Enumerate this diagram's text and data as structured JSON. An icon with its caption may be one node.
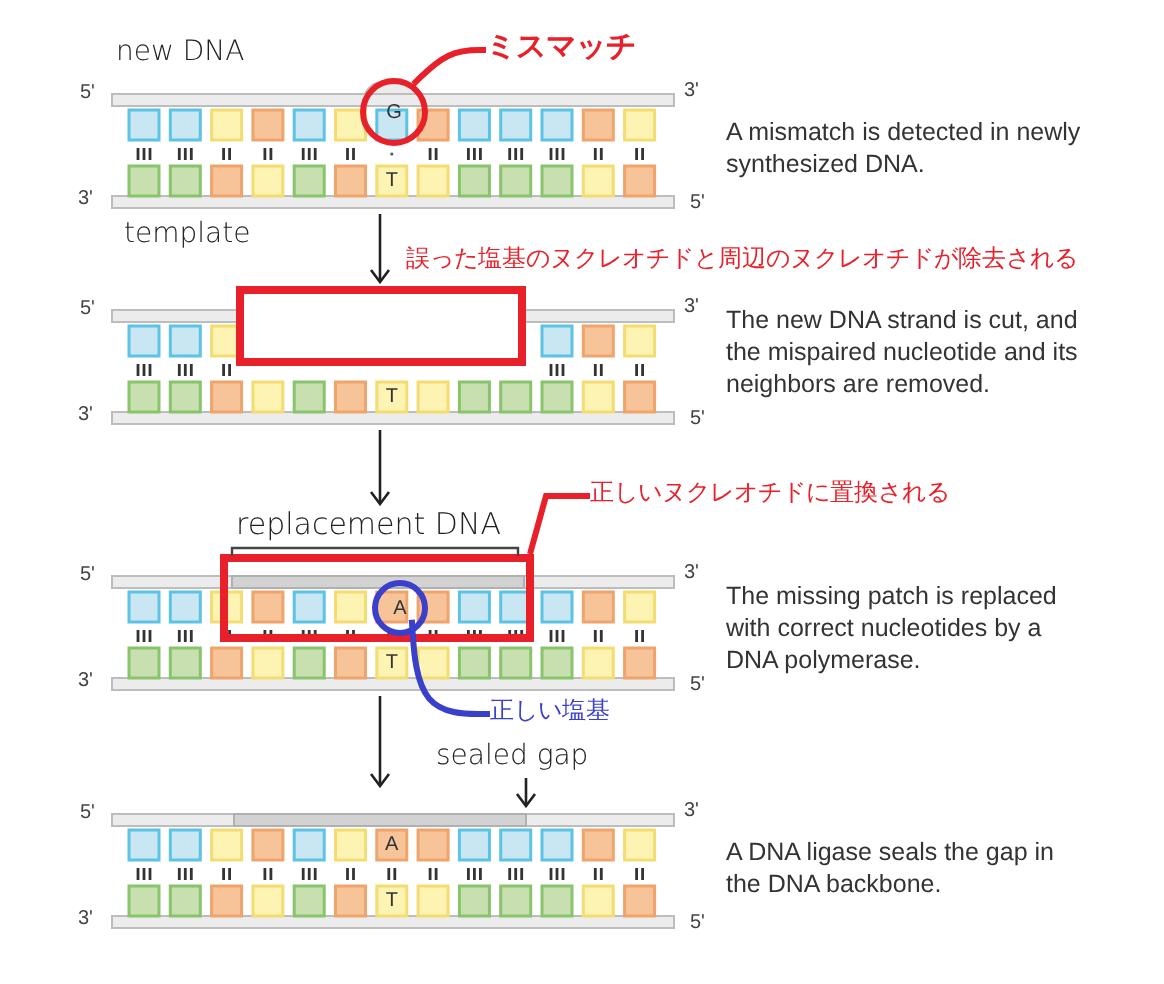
{
  "diagram": {
    "nodes": [
      {
        "text": [
          "ミスマッチ"
        ]
      },
      {
        "text": [
          "5'",
          "3'",
          "T",
          "3'",
          "5'"
        ],
        "beside": [
          "A mismatch is detected in newly synthesized DNA."
        ]
      },
      {
        "text": [
          "G"
        ],
        "in": 1
      },
      {
        "text": [
          "5'",
          "3'",
          "T",
          "3'",
          "5'"
        ],
        "beside": [
          "The new DNA strand is cut, and the mispaired nucleotide and its neighbors are removed."
        ]
      },
      {
        "text": [],
        "shape": "box",
        "in": 3
      },
      {
        "text": [
          "正しいヌクレオチドに置換される"
        ]
      },
      {
        "text": [
          "replacement DNA",
          "5'",
          "3'",
          "T",
          "3'",
          "5'"
        ],
        "beside": [
          "The missing patch is replaced with correct nucleotides by a DNA polymerase."
        ]
      },
      {
        "text": [],
        "shape": "box",
        "in": 6
      },
      {
        "text": [
          "A"
        ],
        "in": 7
      },
      {
        "text": [
          "正しい塩基"
        ]
      },
      {
        "text": [
          "sealed gap"
        ]
      },
      {
        "text": [
          "5'",
          "A",
          "3'",
          "T",
          "3'",
          "5'"
        ],
        "beside": [
          "A DNA ligase seals the gap in the DNA backbone."
        ]
      }
    ],
    "edges": [
      {
        "from": 1,
        "to": 3,
        "arrow": "to"
      },
      {
        "from": 3,
        "to": 6,
        "arrow": "to"
      },
      {
        "from": 6,
        "to": 11,
        "arrow": "to"
      },
      {
        "from": 0,
        "to": 2,
        "arrow": "none",
        "style": "thick",
        "color": "#e8202a"
      },
      {
        "from": 5,
        "to": 7,
        "arrow": "none",
        "style": "thick",
        "color": "#e8202a"
      },
      {
        "from": 9,
        "to": 8,
        "arrow": "none",
        "style": "thick",
        "color": "#3a3fcc"
      },
      {
        "from": 10,
        "to": null,
        "arrow": "to"
      }
    ],
    "labels": [
      "new DNA",
      "template",
      "誤った塩基のヌクレオチドと周辺のヌクレオチドが除去される"
    ]
  }
}
